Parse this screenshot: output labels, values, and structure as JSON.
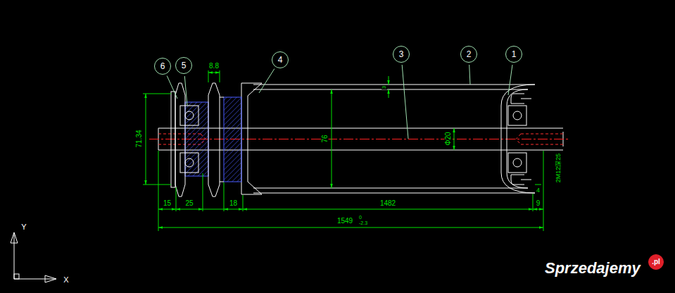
{
  "diagram": {
    "nodes": [
      {
        "text": [
          "6"
        ]
      },
      {
        "text": [
          "5"
        ]
      },
      {
        "text": [
          "4"
        ]
      },
      {
        "text": [
          "3"
        ]
      },
      {
        "text": [
          "2"
        ]
      },
      {
        "text": [
          "1"
        ]
      },
      {
        "text": [
          ".pl"
        ]
      }
    ],
    "labels": [
      "8.8",
      "3",
      "76",
      "Φ20",
      "71.34",
      "2M12深25",
      "4",
      "15",
      "25",
      "18",
      "1482",
      "9",
      "1549",
      "0",
      "-2.3",
      "Y",
      "X",
      "Sprzedajemy"
    ]
  }
}
